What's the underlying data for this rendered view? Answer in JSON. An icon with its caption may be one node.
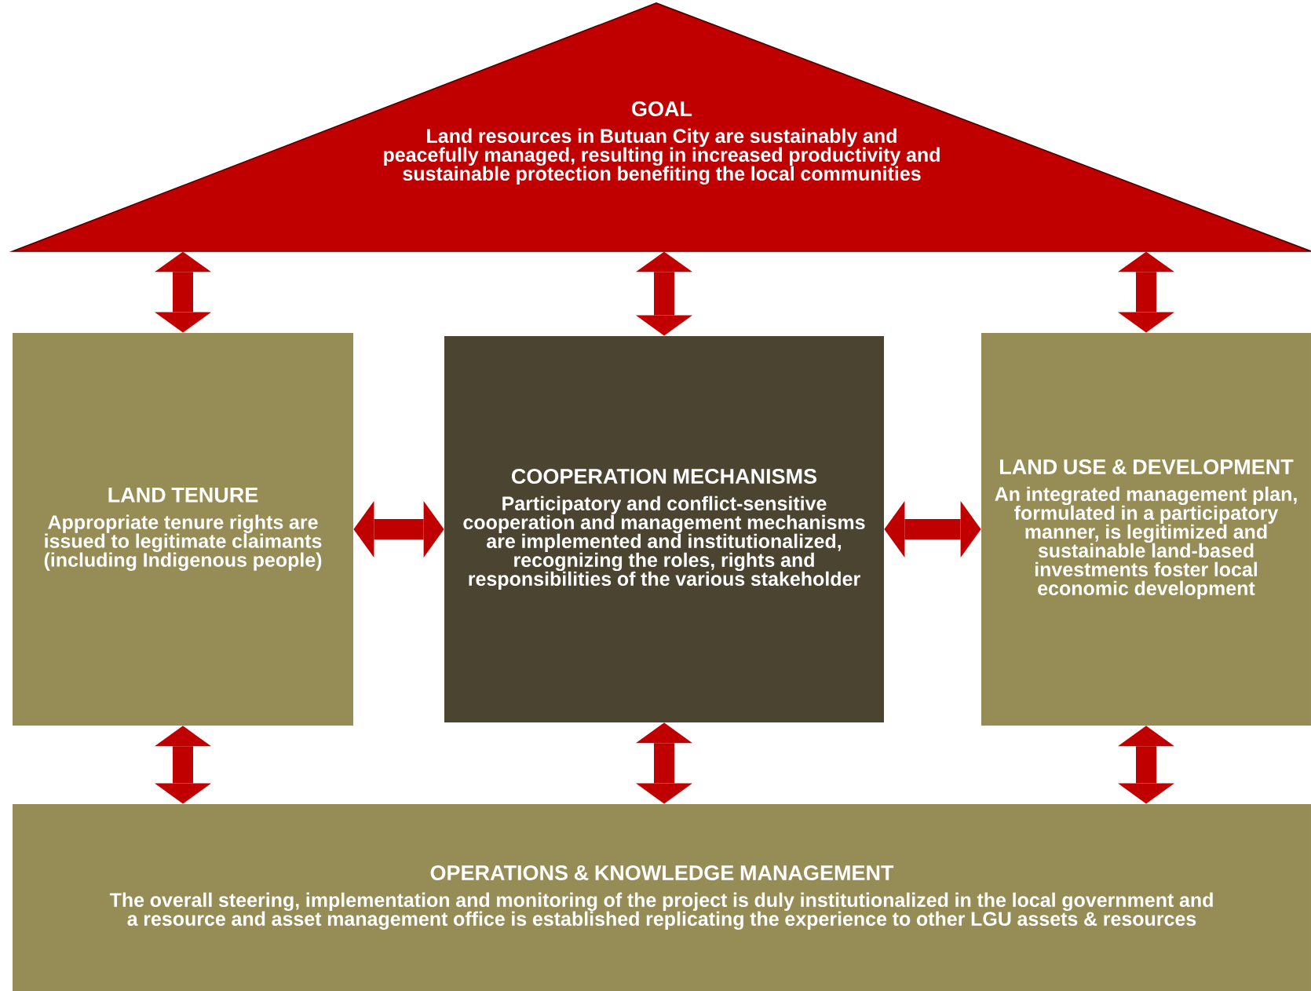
{
  "diagram": {
    "nodes": [
      {
        "text": [
          "GOAL",
          "Land resources in Butuan City are sustainably and peacefully managed, resulting in increased productivity and sustainable protection benefiting the local communities"
        ]
      },
      {
        "text": [
          "LAND TENURE",
          "Appropriate tenure rights are issued to legitimate claimants (including Indigenous people)"
        ]
      },
      {
        "text": [
          "COOPERATION MECHANISMS",
          "Participatory and conflict-sensitive cooperation and management mechanisms are implemented and institutionalized, recognizing the roles, rights and responsibilities of the various stakeholder"
        ]
      },
      {
        "text": [
          "LAND USE & DEVELOPMENT",
          "An integrated management plan, formulated in a participatory manner, is legitimized and sustainable land-based investments foster local economic development"
        ]
      },
      {
        "text": [
          "OPERATIONS & KNOWLEDGE MANAGEMENT",
          "The overall steering, implementation and monitoring of the project is duly institutionalized in the local government and a resource and asset management office is established replicating the experience to other LGU assets & resources"
        ]
      }
    ],
    "edges": [
      {
        "from": 0,
        "to": 1,
        "arrow": "both"
      },
      {
        "from": 0,
        "to": 2,
        "arrow": "both"
      },
      {
        "from": 0,
        "to": 3,
        "arrow": "both"
      },
      {
        "from": 1,
        "to": 2,
        "arrow": "both"
      },
      {
        "from": 2,
        "to": 3,
        "arrow": "both"
      },
      {
        "from": 1,
        "to": 4,
        "arrow": "both"
      },
      {
        "from": 2,
        "to": 4,
        "arrow": "both"
      },
      {
        "from": 3,
        "to": 4,
        "arrow": "both"
      }
    ]
  }
}
